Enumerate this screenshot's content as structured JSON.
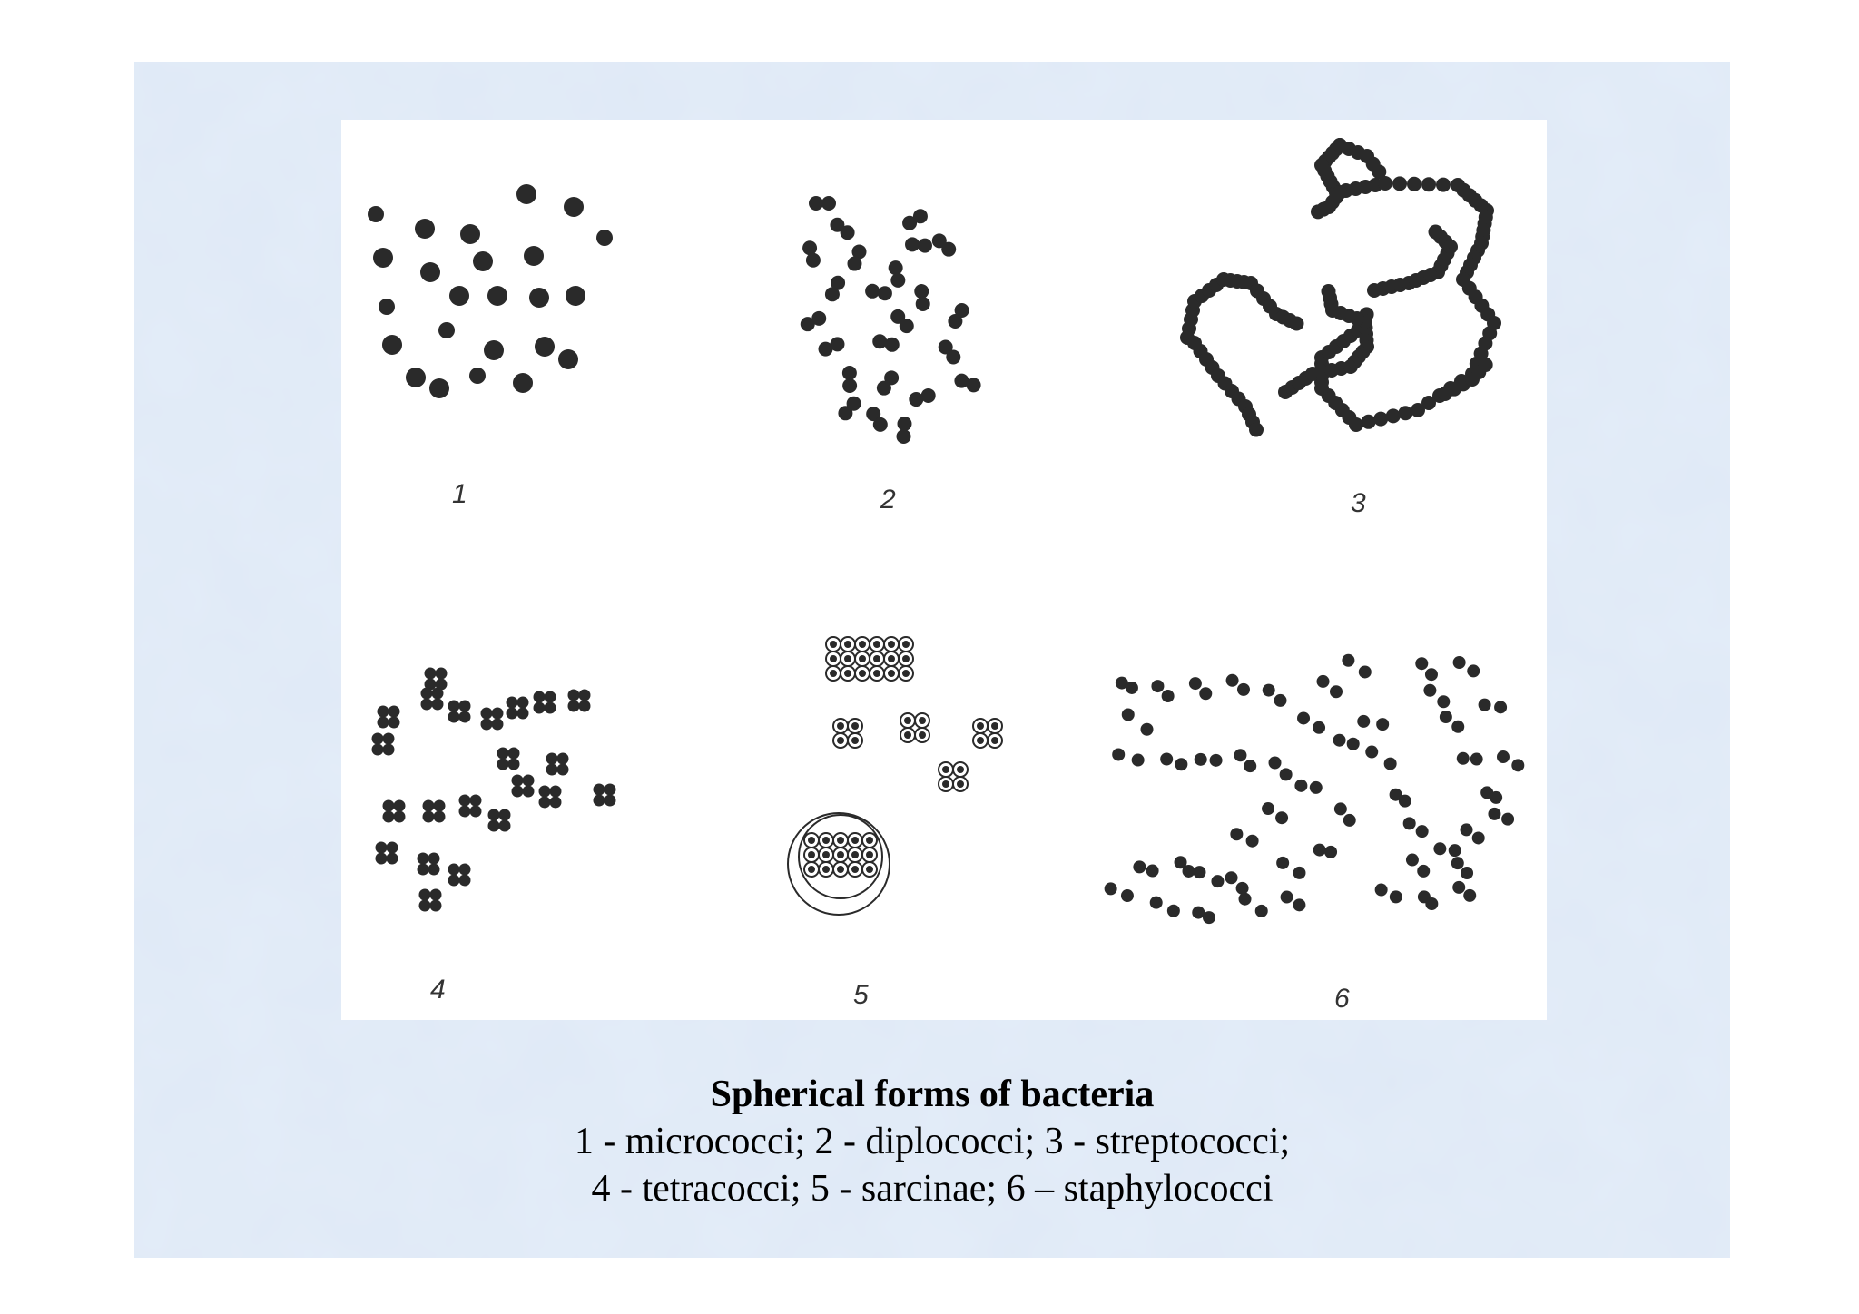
{
  "slide": {
    "background_color": "#dfe9f6",
    "figure": {
      "panel_color": "#ffffff",
      "ink_color": "#2a2a2a",
      "panels": [
        {
          "label": "1",
          "form": "micrococci"
        },
        {
          "label": "2",
          "form": "diplococci"
        },
        {
          "label": "3",
          "form": "streptococci"
        },
        {
          "label": "4",
          "form": "tetracocci"
        },
        {
          "label": "5",
          "form": "sarcinae"
        },
        {
          "label": "6",
          "form": "staphylococci"
        }
      ]
    },
    "caption": {
      "title": "Spherical forms of bacteria",
      "line1": "1 - micrococci; 2 - diplococci; 3 - streptococci;",
      "line2": "4 - tetracocci; 5 - sarcinae; 6 – staphylococci"
    }
  }
}
